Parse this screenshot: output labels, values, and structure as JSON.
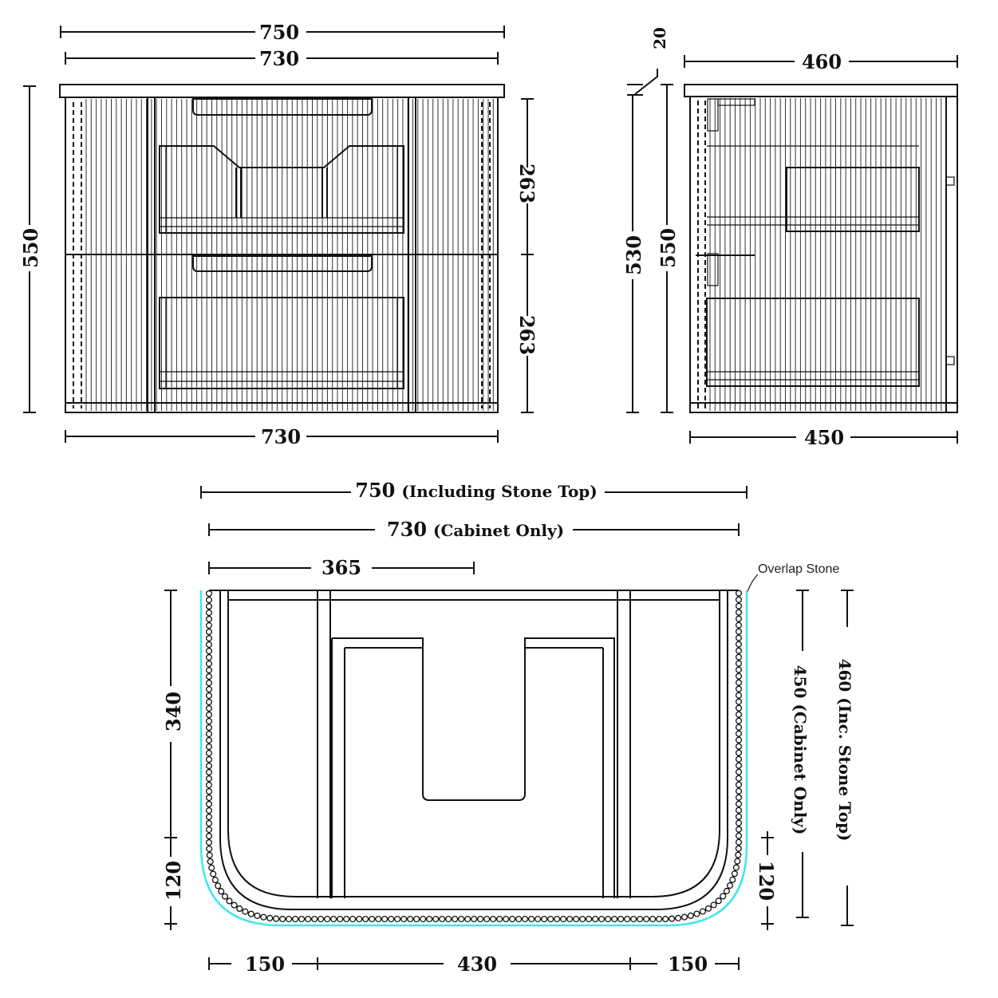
{
  "front_view": {
    "width_stone": "750",
    "width_cabinet": "730",
    "height_total": "550",
    "drawer_top": "263",
    "drawer_bottom": "263",
    "width_bottom": "730"
  },
  "side_view": {
    "stone_thickness": "20",
    "depth_stone": "460",
    "height_inner": "530",
    "height_total": "550",
    "depth_cabinet": "450"
  },
  "plan_view": {
    "width_stone": "750",
    "width_stone_note": "(Including Stone Top)",
    "width_cabinet": "730",
    "width_cabinet_note": "(Cabinet Only)",
    "half_width": "365",
    "overlap_label": "Overlap Stone",
    "depth_straight": "340",
    "corner_radius_left": "120",
    "corner_radius_right": "120",
    "depth_cabinet": "450 (Cabinet Only)",
    "depth_stone": "460 (Inc. Stone Top)",
    "seg_left": "150",
    "seg_middle": "430",
    "seg_right": "150"
  },
  "colors": {
    "line": "#111111",
    "stone_outline": "#3ee6f0"
  }
}
